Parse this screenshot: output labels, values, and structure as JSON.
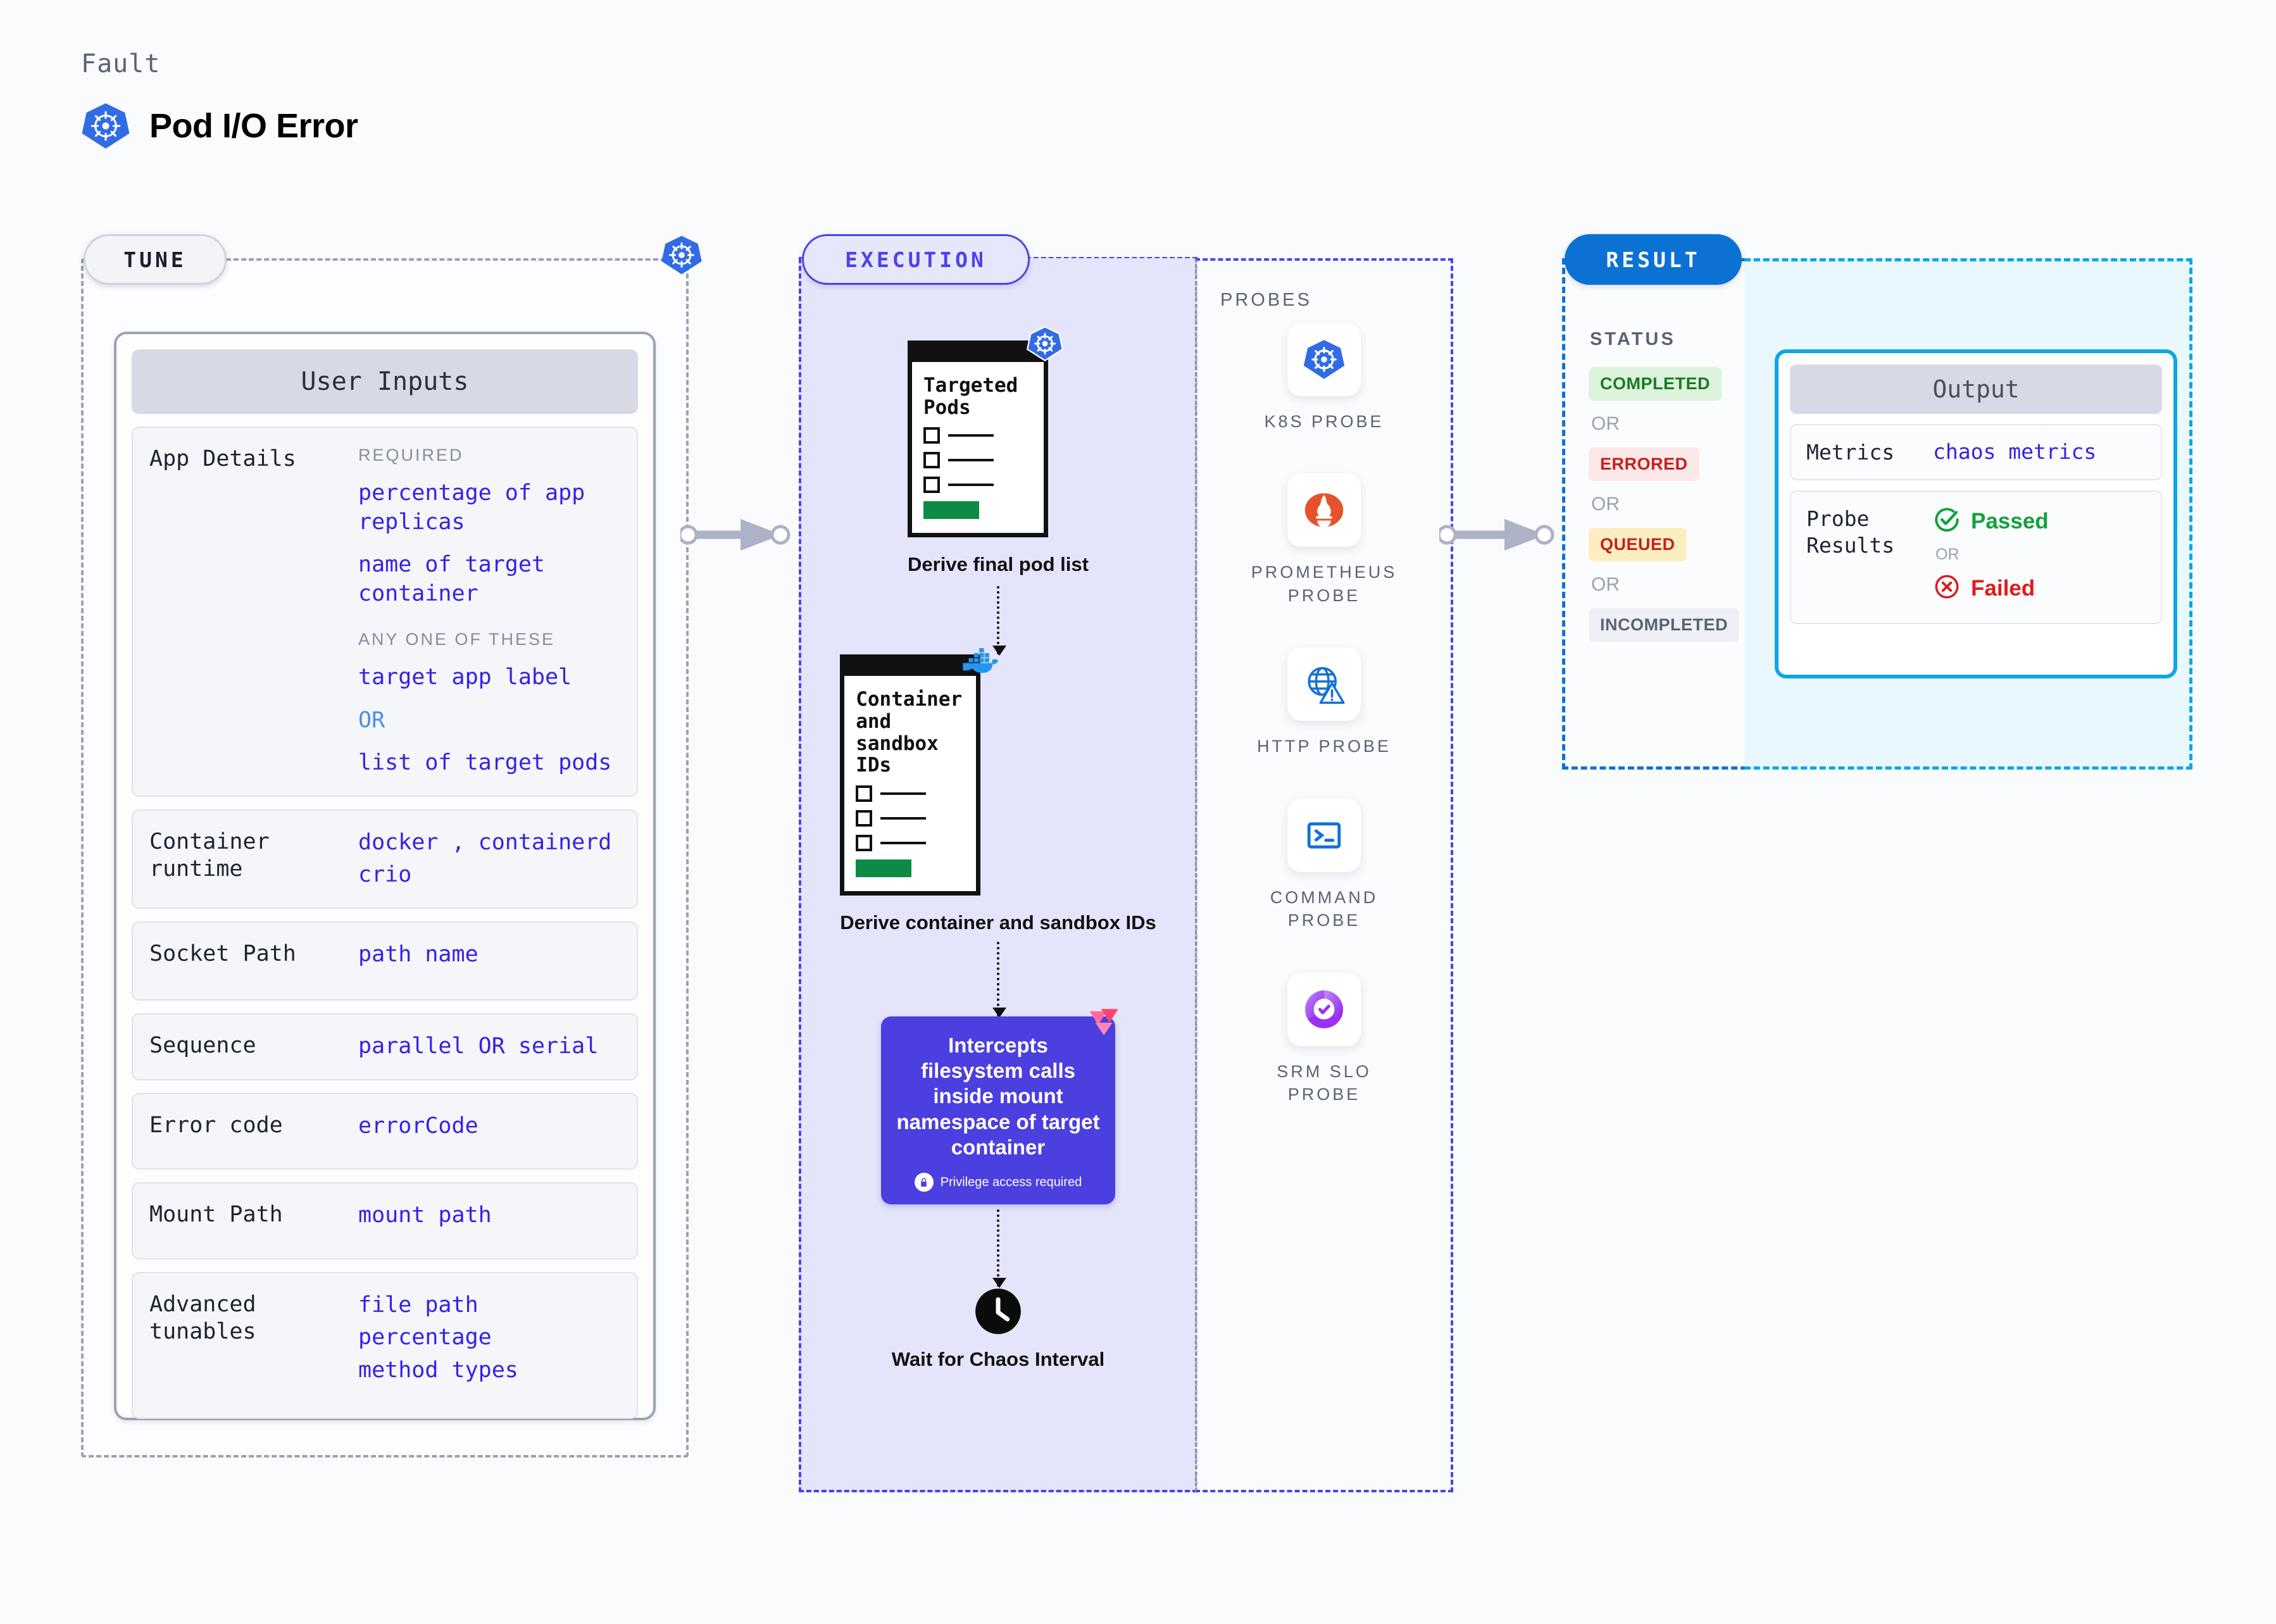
{
  "header": {
    "kicker": "Fault",
    "title": "Pod I/O Error",
    "icon": "kubernetes-icon"
  },
  "tune": {
    "chip_label": "TUNE",
    "card_title": "User Inputs",
    "fields": [
      {
        "label": "App Details",
        "groups": [
          {
            "sublabel": "REQUIRED",
            "values": [
              "percentage of app replicas",
              "name of target container"
            ]
          },
          {
            "sublabel": "ANY ONE OF THESE",
            "values": [
              "target app label",
              "OR",
              "list of target pods"
            ]
          }
        ]
      },
      {
        "label": "Container\nruntime",
        "values": [
          "docker , containerd",
          "crio"
        ]
      },
      {
        "label": "Socket Path",
        "values": [
          "path name"
        ]
      },
      {
        "label": "Sequence",
        "values": [
          "parallel OR serial"
        ]
      },
      {
        "label": "Error code",
        "values": [
          "errorCode"
        ]
      },
      {
        "label": "Mount Path",
        "values": [
          "mount path"
        ]
      },
      {
        "label": "Advanced\ntunables",
        "values": [
          "file path",
          "percentage",
          "method types"
        ]
      }
    ]
  },
  "execution": {
    "chip_label": "EXECUTION",
    "steps": [
      {
        "card_heading": "Targeted\nPods",
        "badge": "kubernetes-icon",
        "caption": "Derive final pod list"
      },
      {
        "card_heading": "Container\nand\nsandbox\nIDs",
        "badge": "docker-icon",
        "caption": "Derive container and sandbox IDs"
      }
    ],
    "inject": {
      "text": "Intercepts filesystem calls inside mount namespace of target container",
      "privilege_note": "Privilege access required",
      "badge": "litmus-icon",
      "color": "#4b3fe0"
    },
    "wait": {
      "icon": "clock-icon",
      "caption": "Wait for Chaos Interval"
    }
  },
  "probes": {
    "title": "PROBES",
    "items": [
      {
        "name": "K8S  PROBE",
        "icon": "kubernetes-icon"
      },
      {
        "name": "PROMETHEUS\nPROBE",
        "icon": "prometheus-icon"
      },
      {
        "name": "HTTP  PROBE",
        "icon": "http-globe-warning-icon"
      },
      {
        "name": "COMMAND\nPROBE",
        "icon": "terminal-icon"
      },
      {
        "name": "SRM SLO\nPROBE",
        "icon": "srm-slo-icon"
      }
    ]
  },
  "result": {
    "chip_label": "RESULT",
    "status_title": "STATUS",
    "or_label": "OR",
    "statuses": [
      {
        "label": "COMPLETED",
        "style": "completed"
      },
      {
        "label": "ERRORED",
        "style": "errored"
      },
      {
        "label": "QUEUED",
        "style": "queued"
      },
      {
        "label": "INCOMPLETED",
        "style": "incompleted"
      }
    ]
  },
  "output": {
    "title": "Output",
    "metrics_label": "Metrics",
    "metrics_value": "chaos metrics",
    "probe_results_label": "Probe\nResults",
    "passed_label": "Passed",
    "failed_label": "Failed",
    "or_label": "OR"
  },
  "colors": {
    "kubernetes_blue": "#326ce5",
    "execution_purple": "#4b44e8",
    "result_blue": "#0b72d4",
    "output_cyan": "#0fa5e6",
    "mono_value": "#3820e8",
    "success_green": "#14a03c",
    "error_red": "#e01b1b"
  }
}
